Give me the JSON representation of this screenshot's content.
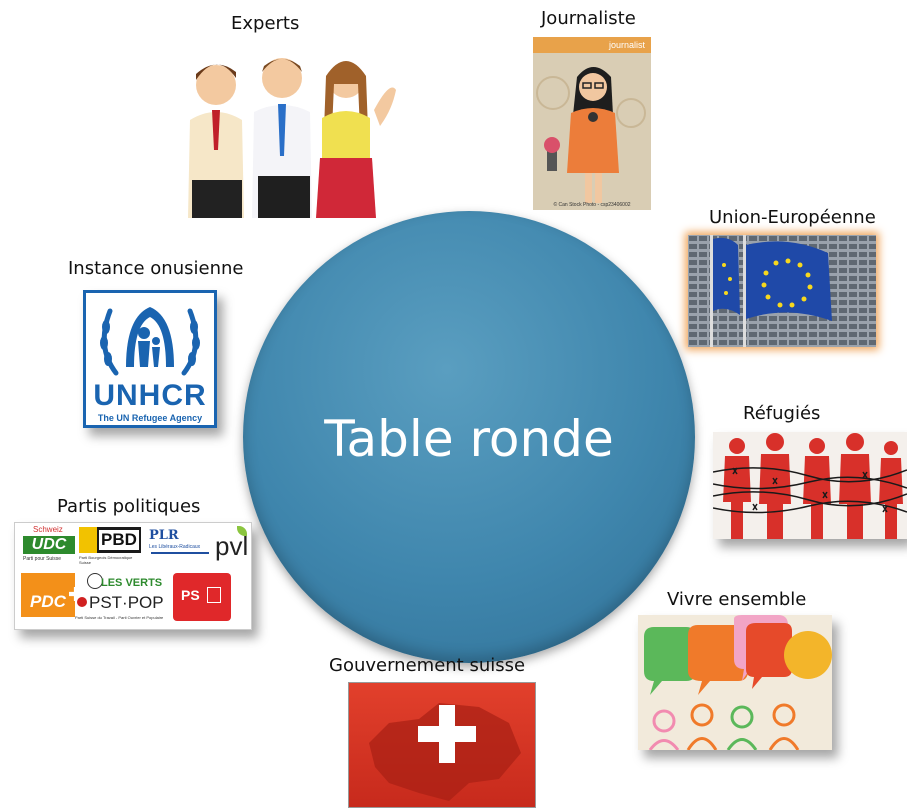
{
  "center": {
    "title": "Table ronde"
  },
  "nodes": {
    "experts": {
      "label": "Experts"
    },
    "journaliste": {
      "label": "Journaliste",
      "caption": "© Can Stock Photo - csp23406002",
      "banner": "journalist"
    },
    "union": {
      "label": "Union-Européenne"
    },
    "instance": {
      "label": "Instance onusienne",
      "logo_main": "UNHCR",
      "logo_sub": "The UN Refugee Agency"
    },
    "refugies": {
      "label": "Réfugiés"
    },
    "partis": {
      "label": "Partis politiques",
      "logos": {
        "udc": "UDC",
        "udc_top": "Schweiz",
        "udc_sub": "Parti pour Suisse",
        "pbd": "PBD",
        "pbd_sub": "Parti Bourgeois Démocratique Suisse",
        "plr": "PLR",
        "plr_sub": "Les Libéraux-Radicaux",
        "pvl": "pvl",
        "pdc": "PDC",
        "verts": "LES VERTS",
        "pst": "PST·POP",
        "pst_sub": "Parti Suisse du Travail - Parti Ouvrier et Populaire",
        "ps": "PS"
      }
    },
    "vivre": {
      "label": "Vivre ensemble"
    },
    "gouvernement": {
      "label": "Gouvernement suisse"
    }
  },
  "colors": {
    "circle": "#3f86ad",
    "unhcr_blue": "#1a64b0",
    "swiss_red": "#d2281e",
    "eu_blue": "#1f49a8",
    "refugee_red": "#d8302a"
  }
}
